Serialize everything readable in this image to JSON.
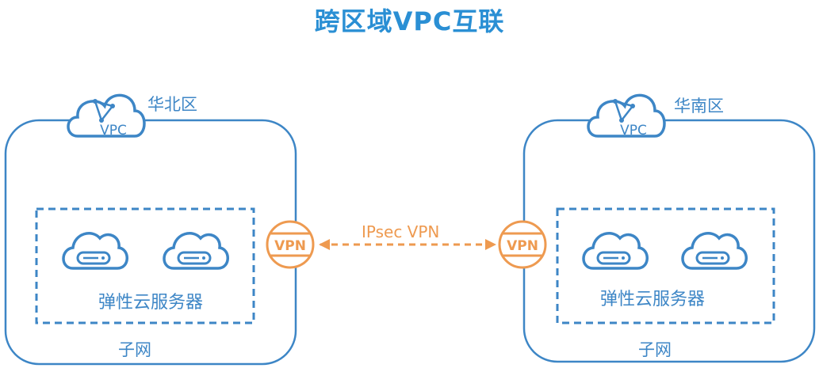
{
  "title": "跨区域VPC互联",
  "regions": [
    {
      "name": "华北区",
      "vpc_label": "VPC",
      "servers_label": "弹性云服务器",
      "subnet_label": "子网"
    },
    {
      "name": "华南区",
      "vpc_label": "VPC",
      "servers_label": "弹性云服务器",
      "subnet_label": "子网"
    }
  ],
  "connection": {
    "label": "IPsec VPN",
    "gateway_label": "VPN"
  },
  "colors": {
    "blue": "#3d86c6",
    "title": "#2a8fd4",
    "orange": "#ee9a50"
  }
}
